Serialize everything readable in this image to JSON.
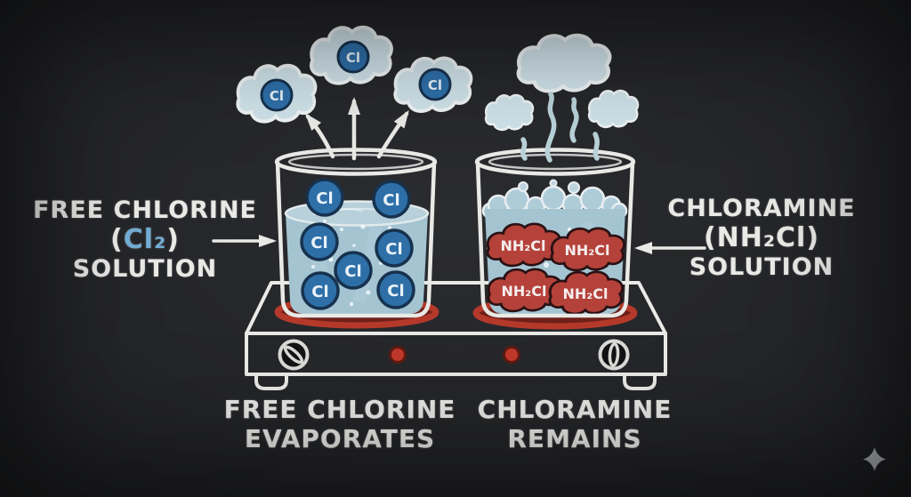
{
  "title": "Free chlorine vs chloramine evaporation diagram",
  "labels": {
    "left": {
      "line1": "FREE CHLORINE",
      "paren_open": "(",
      "formula": "Cl₂",
      "paren_close": ")",
      "line3": "SOLUTION"
    },
    "right": {
      "line1": "CHLORAMINE",
      "line2": "(NH₂Cl)",
      "line3": "SOLUTION"
    },
    "bottom_left": {
      "line1": "FREE CHLORINE",
      "line2": "EVAPORATES"
    },
    "bottom_right": {
      "line1": "CHLORAMINE",
      "line2": "REMAINS"
    }
  },
  "molecules": {
    "chlorine": {
      "label": "Cl",
      "count_in_beaker": 7,
      "count_in_clouds": 3,
      "fill": "#2e6fa8",
      "stroke": "#17324e"
    },
    "chloramine": {
      "label": "NH₂Cl",
      "count_in_beaker": 4,
      "fill": "#b5423a",
      "stroke": "#2a1114"
    }
  },
  "colors": {
    "chalk": "#e9e9e6",
    "liquid": "#a4c4d2",
    "liquid_surface": "#b7d0da",
    "foam": "#aecbd8",
    "cloud_fill": "#cfe2e9",
    "burner_fill": "#6e2019",
    "burner_ring": "#b5392a",
    "indicator_light": "#c0392b",
    "formula_blue": "#74aed6"
  },
  "watermark": {
    "icon": "sparkle-icon",
    "color": "#b6b8bc"
  }
}
